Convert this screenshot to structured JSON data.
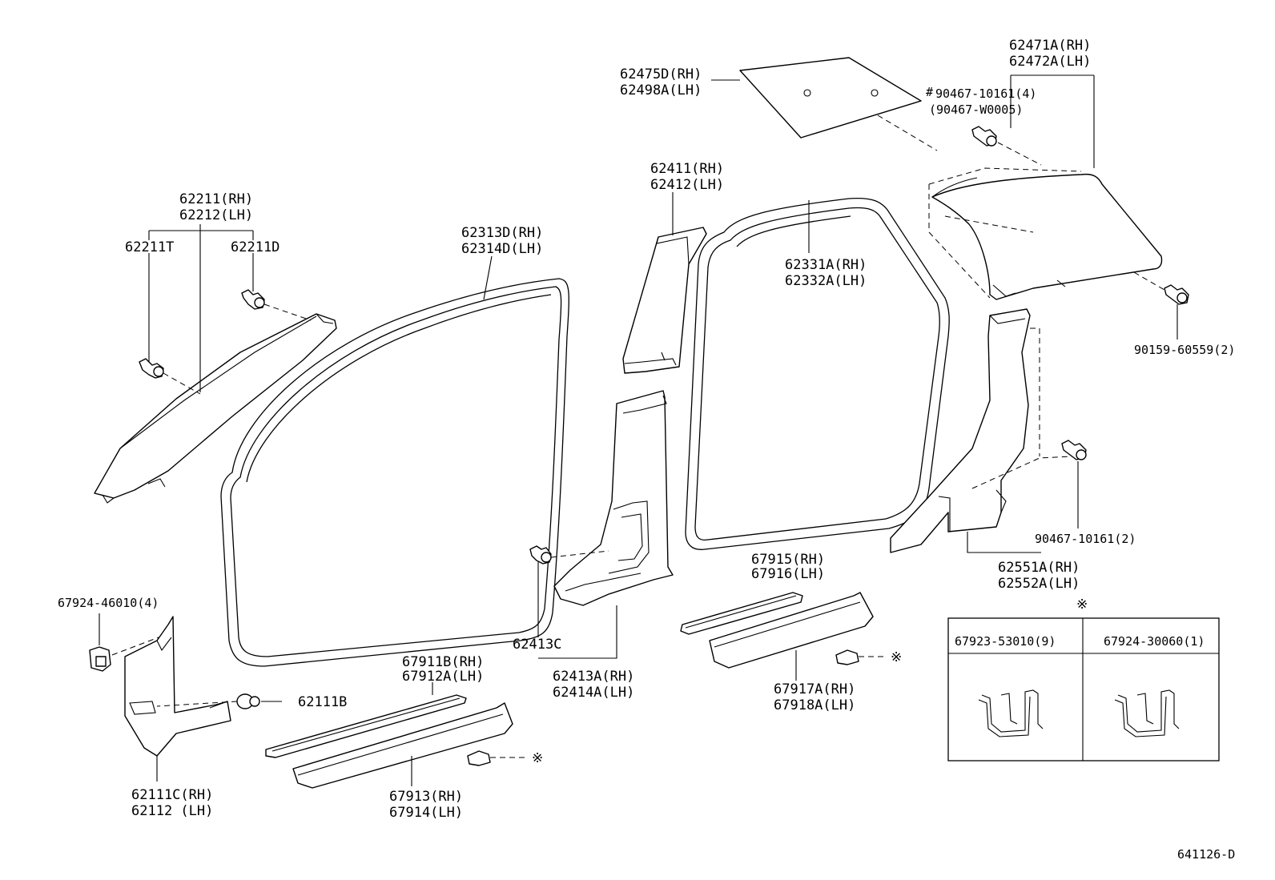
{
  "labels": {
    "a_pillar_rh": "62211(RH)",
    "a_pillar_lh": "62212(LH)",
    "clip_62211t": "62211T",
    "clip_62211d": "62211D",
    "front_ws_rh": "62313D(RH)",
    "front_ws_lh": "62314D(LH)",
    "upper_b_rh": "62411(RH)",
    "upper_b_lh": "62412(LH)",
    "rear_ws_rh": "62331A(RH)",
    "rear_ws_lh": "62332A(LH)",
    "roof_trim_rh": "62475D(RH)",
    "roof_trim_lh": "62498A(LH)",
    "quarter_upper_rh": "62471A(RH)",
    "quarter_upper_lh": "62472A(LH)",
    "clip_90467_a": "90467-10161(4)",
    "clip_90467_a_mark": "#",
    "clip_90467_b": "(90467-W0005)",
    "screw_90159": "90159-60559(2)",
    "clip_90467_c": "90467-10161(2)",
    "quarter_lower_rh": "62551A(RH)",
    "quarter_lower_lh": "62552A(LH)",
    "note_mark": "※",
    "clip_67924_46010": "67924-46010(4)",
    "cowl_clip": "62111B",
    "cowl_rh": "62111C(RH)",
    "cowl_lh": "62112  (LH)",
    "scuff_front_rh": "67911B(RH)",
    "scuff_front_lh": "67912A(LH)",
    "scuff_front_inner_rh": "67913(RH)",
    "scuff_front_inner_lh": "67914(LH)",
    "b_clip": "62413C",
    "lower_b_rh": "62413A(RH)",
    "lower_b_lh": "62414A(LH)",
    "scuff_rear_rh": "67915(RH)",
    "scuff_rear_lh": "67916(LH)",
    "scuff_rear_inner_rh": "67917A(RH)",
    "scuff_rear_inner_lh": "67918A(LH)",
    "detail_left": "67923-53010(9)",
    "detail_right": "67924-30060(1)",
    "drawing_no": "641126-D"
  }
}
